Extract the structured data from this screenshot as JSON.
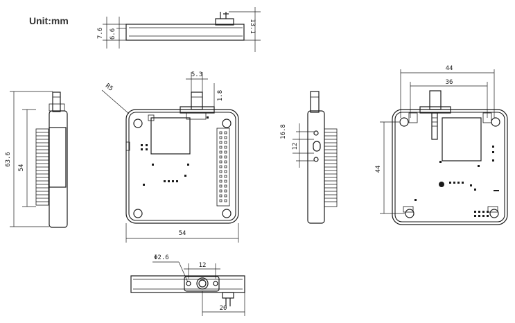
{
  "unit_label": "Unit:mm",
  "dimensions": {
    "side_total_height": "13.1",
    "side_body_height": "7.6",
    "side_board_height": "6.6",
    "left_total_length": "63.6",
    "left_header_length": "54",
    "front_radius": "R5",
    "front_antenna_width": "5.3",
    "front_antenna_offset": "1.8",
    "front_width": "54",
    "right_spacing_a": "16.8",
    "right_spacing_b": "12",
    "back_outer_width": "44",
    "back_inner_width": "36",
    "back_height": "44",
    "bottom_hole_diameter": "Φ2.6",
    "bottom_span": "12",
    "bottom_pin_width": "20"
  },
  "colors": {
    "line": "#1a1a1a",
    "background": "#ffffff"
  }
}
